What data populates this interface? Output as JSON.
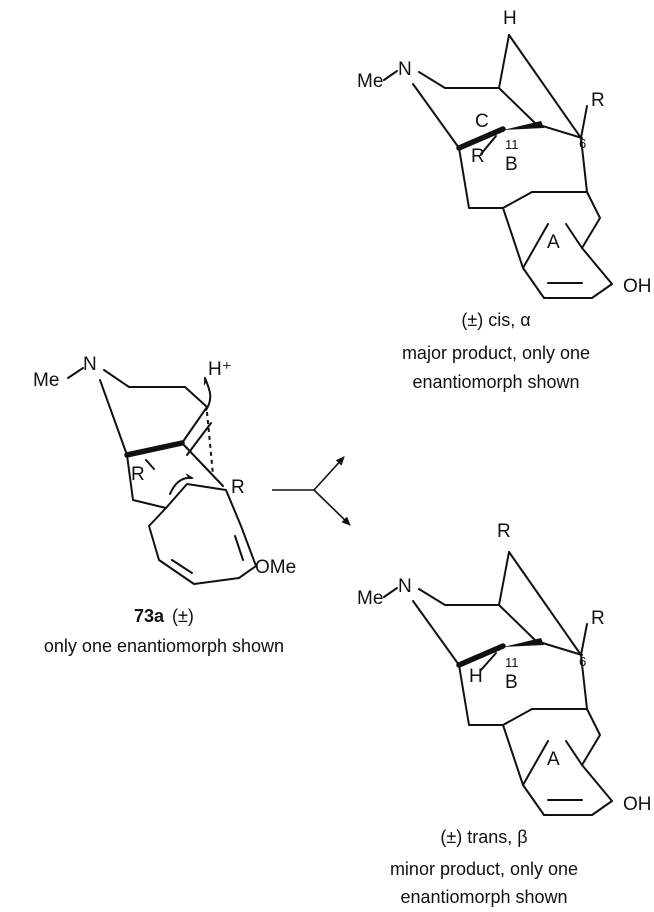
{
  "starting_material": {
    "compound_id": "73a",
    "stereo": "(±)",
    "caption_line2": "only one enantiomorph shown",
    "atoms": {
      "methyl": "Me",
      "nitrogen": "N",
      "proton": "H⁺",
      "r_ring": "R",
      "r_alkene": "R",
      "methoxy": "OMe"
    }
  },
  "major_product": {
    "caption_line1": "(±) cis, α",
    "caption_line2": "major product, only one",
    "caption_line3": "enantiomorph shown",
    "atoms": {
      "methyl": "Me",
      "nitrogen": "N",
      "hydrogen": "H",
      "r11": "R",
      "r6": "R",
      "hydroxyl": "OH",
      "pos11": "11",
      "pos6": "6"
    },
    "rings": {
      "a": "A",
      "b": "B",
      "c": "C"
    }
  },
  "minor_product": {
    "caption_line1": "(±) trans, β",
    "caption_line2": "minor product, only one",
    "caption_line3": "enantiomorph shown",
    "atoms": {
      "methyl": "Me",
      "nitrogen": "N",
      "top": "R",
      "h11": "H",
      "r6": "R",
      "hydroxyl": "OH",
      "pos11": "11",
      "pos6": "6"
    },
    "rings": {
      "a": "A",
      "b": "B"
    }
  }
}
